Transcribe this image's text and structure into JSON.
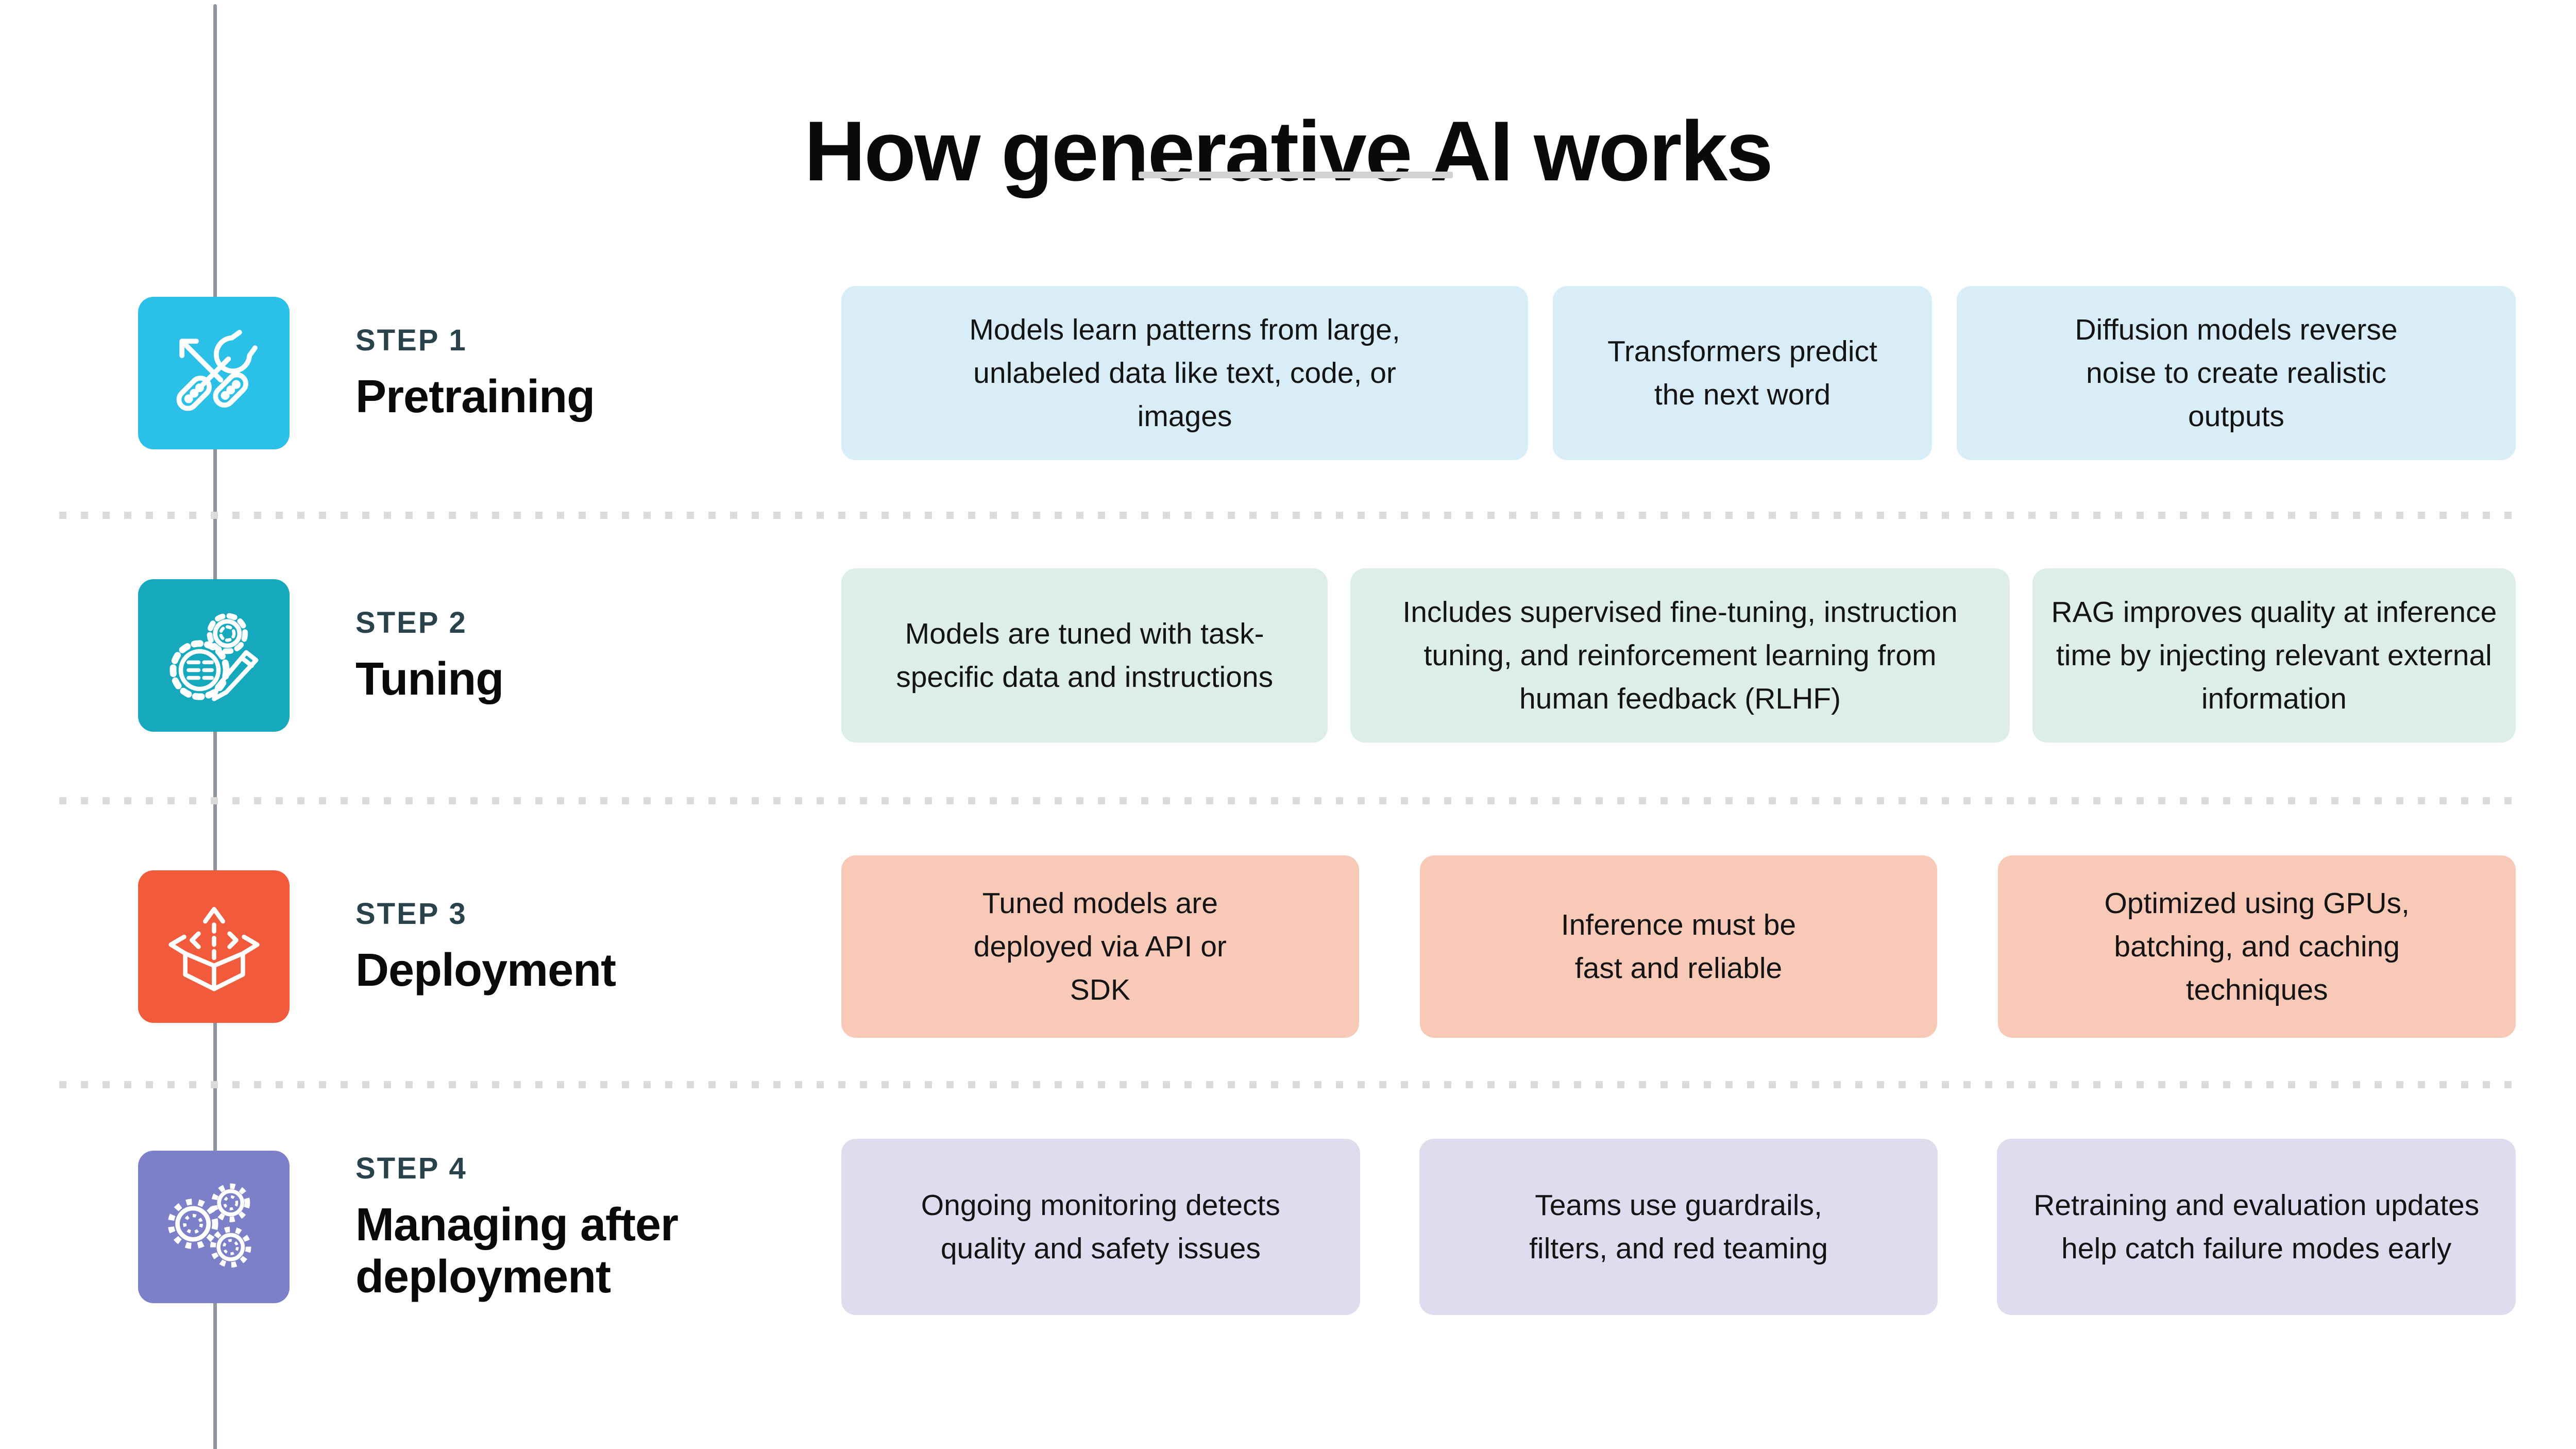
{
  "title": "How generative AI works",
  "decor": {
    "timeline_color": "#8E959D",
    "underline_color": "#D2D2D2",
    "separator_color": "#DBDBDB"
  },
  "steps": [
    {
      "label": "STEP 1",
      "name": "Pretraining",
      "icon": "tools-icon",
      "accent": "#2BC0E8",
      "card_bg": "#D9EDF8",
      "cards": [
        "Models learn patterns from large, unlabeled data like text, code, or images",
        "Transformers predict the next word",
        "Diffusion models reverse noise to create realistic outputs"
      ]
    },
    {
      "label": "STEP 2",
      "name": "Tuning",
      "icon": "gears-pencil-icon",
      "accent": "#16A9BE",
      "card_bg": "#DCEDEA",
      "cards": [
        "Models are tuned with task-specific data and instructions",
        "Includes supervised fine-tuning, instruction tuning, and reinforcement learning from human feedback (RLHF)",
        "RAG improves quality at inference time by injecting relevant external information"
      ]
    },
    {
      "label": "STEP 3",
      "name": "Deployment",
      "icon": "deploy-box-icon",
      "accent": "#F15A3A",
      "card_bg": "#F9C9B7",
      "cards": [
        "Tuned models are deployed via API or SDK",
        "Inference must be fast and reliable",
        "Optimized using GPUs, batching, and caching techniques"
      ]
    },
    {
      "label": "STEP 4",
      "name": "Managing after deployment",
      "icon": "three-gears-icon",
      "accent": "#7C80C8",
      "card_bg": "#DEDCEE",
      "cards": [
        "Ongoing monitoring detects quality and safety issues",
        "Teams use guardrails, filters, and red teaming",
        "Retraining and evaluation updates help catch failure modes early"
      ]
    }
  ]
}
